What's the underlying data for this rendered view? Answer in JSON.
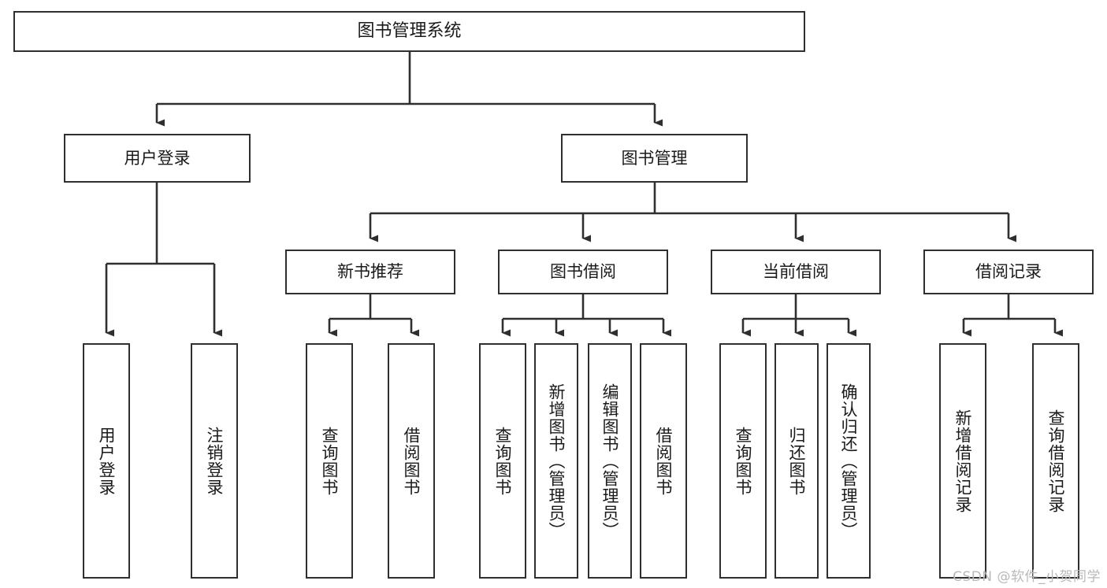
{
  "diagram": {
    "title": "图书管理系统",
    "type": "tree",
    "line_color": "#2f2f2f",
    "box_fill": "#ffffff",
    "text_color": "#1a1a1a"
  },
  "nodes": {
    "root": {
      "label": "图书管理系统"
    },
    "level2": [
      {
        "id": "user-login",
        "label": "用户登录"
      },
      {
        "id": "book-manage",
        "label": "图书管理"
      }
    ],
    "level3": [
      {
        "id": "new-book-recommend",
        "label": "新书推荐"
      },
      {
        "id": "book-borrow",
        "label": "图书借阅"
      },
      {
        "id": "current-borrow",
        "label": "当前借阅"
      },
      {
        "id": "borrow-record",
        "label": "借阅记录"
      }
    ],
    "leaves": {
      "user_login": [
        {
          "id": "leaf-user-login",
          "label": "用户登录"
        },
        {
          "id": "leaf-logout-login",
          "label": "注销登录"
        }
      ],
      "new_book_recommend": [
        {
          "id": "leaf-query-book-1",
          "label": "查询图书"
        },
        {
          "id": "leaf-borrow-book-1",
          "label": "借阅图书"
        }
      ],
      "book_borrow": [
        {
          "id": "leaf-query-book-2",
          "label": "查询图书"
        },
        {
          "id": "leaf-add-book-admin",
          "label": "新增图书（管理员）"
        },
        {
          "id": "leaf-edit-book-admin",
          "label": "编辑图书（管理员）"
        },
        {
          "id": "leaf-borrow-book-2",
          "label": "借阅图书"
        }
      ],
      "current_borrow": [
        {
          "id": "leaf-query-book-3",
          "label": "查询图书"
        },
        {
          "id": "leaf-return-book",
          "label": "归还图书"
        },
        {
          "id": "leaf-confirm-return-admin",
          "label": "确认归还（管理员）"
        }
      ],
      "borrow_record": [
        {
          "id": "leaf-add-borrow-record",
          "label": "新增借阅记录"
        },
        {
          "id": "leaf-query-borrow-record",
          "label": "查询借阅记录"
        }
      ]
    }
  },
  "watermark": {
    "text": "CSDN @软件_小贺同学"
  }
}
